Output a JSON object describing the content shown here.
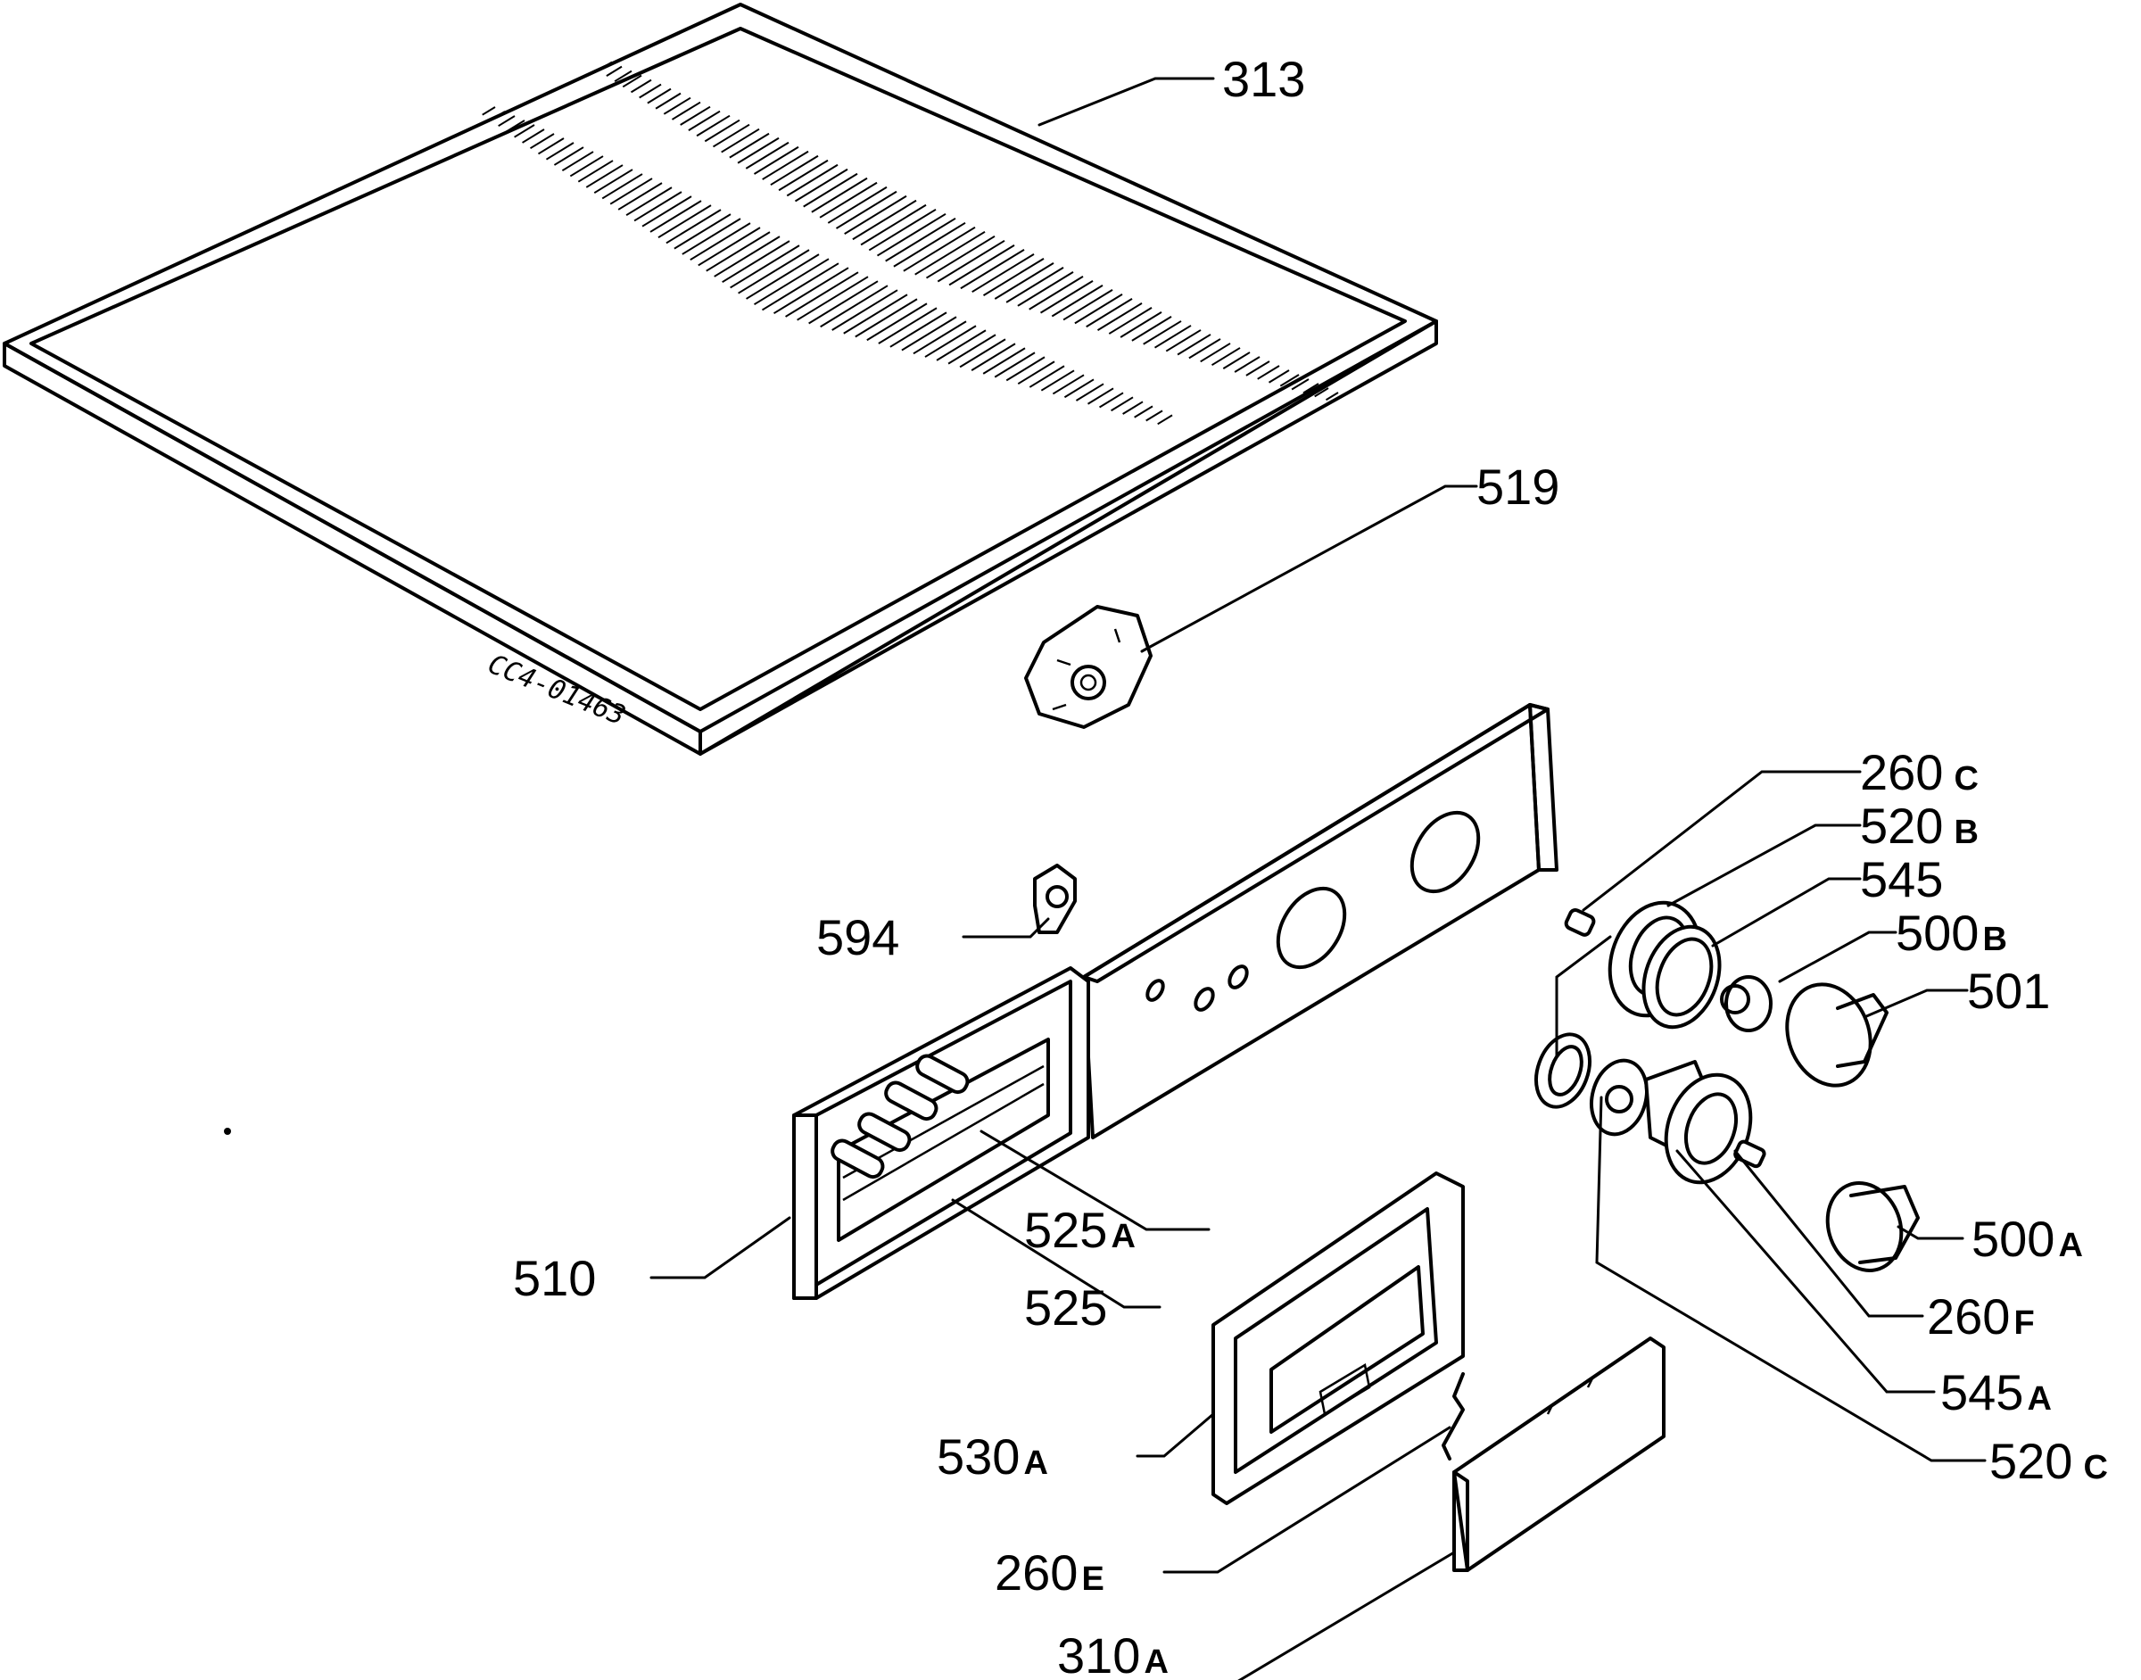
{
  "drawing_code": "CC4-01463",
  "labels": {
    "p313": {
      "num": "313",
      "suffix": ""
    },
    "p519": {
      "num": "519",
      "suffix": ""
    },
    "p260c": {
      "num": "260",
      "suffix": "C"
    },
    "p520b": {
      "num": "520",
      "suffix": "B"
    },
    "p545": {
      "num": "545",
      "suffix": ""
    },
    "p500b": {
      "num": "500",
      "suffix": "B"
    },
    "p501": {
      "num": "501",
      "suffix": ""
    },
    "p594": {
      "num": "594",
      "suffix": ""
    },
    "p525a": {
      "num": "525",
      "suffix": "A"
    },
    "p525": {
      "num": "525",
      "suffix": ""
    },
    "p510": {
      "num": "510",
      "suffix": ""
    },
    "p500a": {
      "num": "500",
      "suffix": "A"
    },
    "p260f": {
      "num": "260",
      "suffix": "F"
    },
    "p545a": {
      "num": "545",
      "suffix": "A"
    },
    "p520c": {
      "num": "520",
      "suffix": "C"
    },
    "p530a": {
      "num": "530",
      "suffix": "A"
    },
    "p260e": {
      "num": "260",
      "suffix": "E"
    },
    "p310a": {
      "num": "310",
      "suffix": "A"
    }
  }
}
